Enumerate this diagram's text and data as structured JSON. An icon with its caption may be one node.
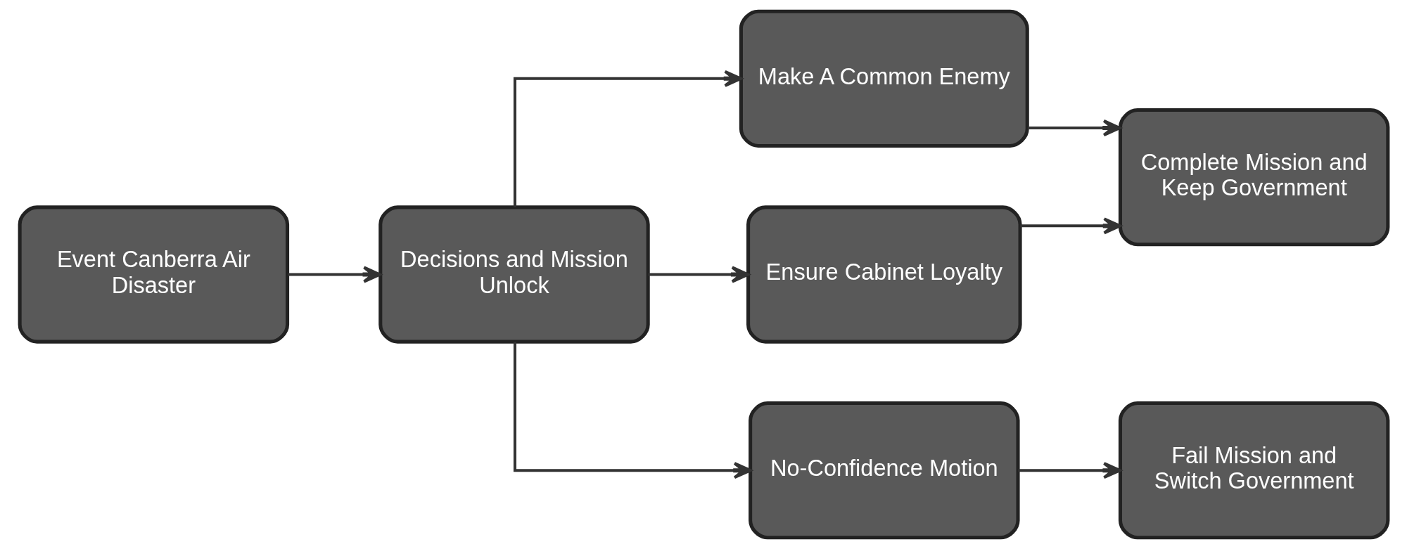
{
  "diagram": {
    "nodes": [
      {
        "text": [
          "Event Canberra Air Disaster"
        ]
      },
      {
        "text": [
          "Decisions and Mission Unlock"
        ]
      },
      {
        "text": [
          "Make A Common Enemy"
        ]
      },
      {
        "text": [
          "Ensure Cabinet Loyalty"
        ]
      },
      {
        "text": [
          "No-Confidence Motion"
        ]
      },
      {
        "text": [
          "Complete Mission and Keep Government"
        ]
      },
      {
        "text": [
          "Fail Mission and Switch Government"
        ]
      }
    ],
    "edges": [
      {
        "from": 0,
        "to": 1,
        "arrow": "to"
      },
      {
        "from": 1,
        "to": 2,
        "arrow": "to"
      },
      {
        "from": 1,
        "to": 3,
        "arrow": "to"
      },
      {
        "from": 1,
        "to": 4,
        "arrow": "to"
      },
      {
        "from": 2,
        "to": 5,
        "arrow": "to"
      },
      {
        "from": 3,
        "to": 5,
        "arrow": "to"
      },
      {
        "from": 4,
        "to": 6,
        "arrow": "to"
      }
    ]
  }
}
